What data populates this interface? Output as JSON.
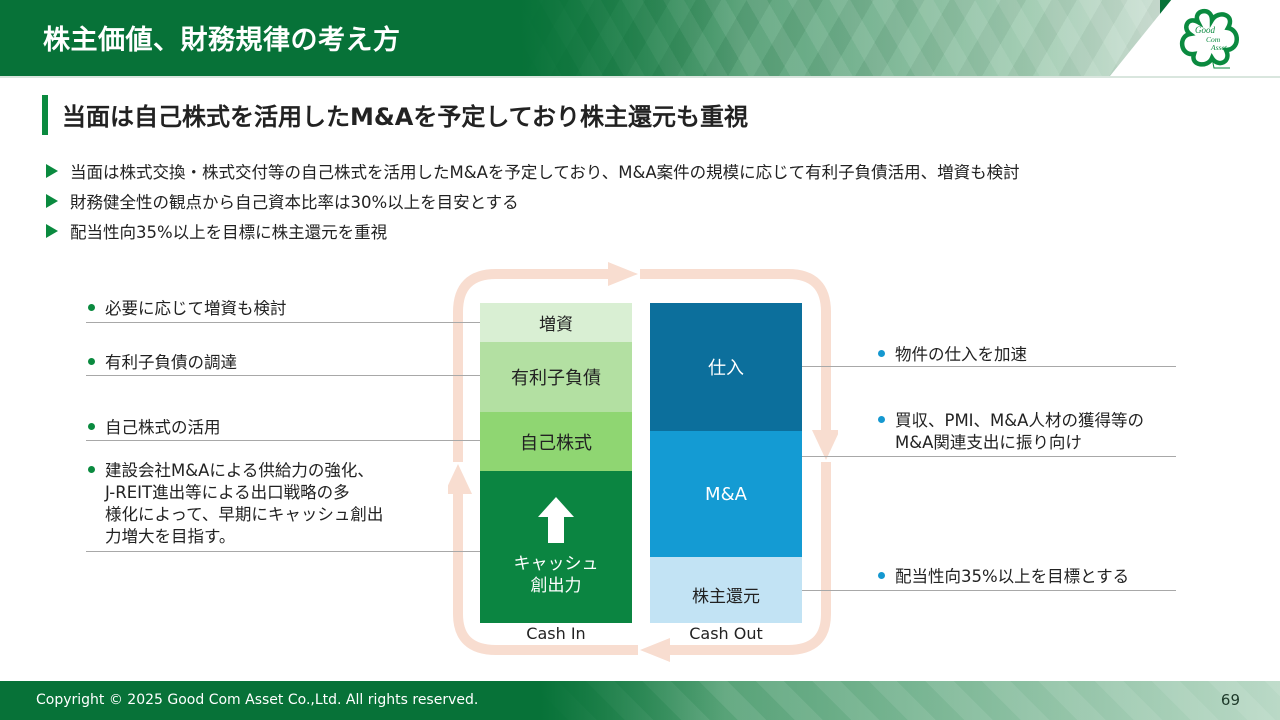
{
  "header": {
    "title": "株主価値、財務規律の考え方",
    "logo": {
      "line1": "Good",
      "line2": "Com",
      "line3": "Asset",
      "icon": "clover-logo-icon"
    }
  },
  "subtitle": "当面は自己株式を活用したM&Aを予定しており株主還元も重視",
  "bullets": [
    "当面は株式交換・株式交付等の自己株式を活用したM&Aを予定しており、M&A案件の規模に応じて有利子負債活用、増資も検討",
    "財務健全性の観点から自己資本比率は30%以上を目安とする",
    "配当性向35%以上を目標に株主還元を重視"
  ],
  "diagram": {
    "cash_in": {
      "label": "Cash In",
      "blocks": [
        {
          "label": "増資",
          "color": "#d9efd3"
        },
        {
          "label": "有利子負債",
          "color": "#b3e0a2"
        },
        {
          "label": "自己株式",
          "color": "#8fd672"
        },
        {
          "label": "キャッシュ\n創出力",
          "line1": "キャッシュ",
          "line2": "創出力",
          "color": "#0b8541",
          "icon": "up-arrow-icon"
        }
      ]
    },
    "cash_out": {
      "label": "Cash Out",
      "blocks": [
        {
          "label": "仕入",
          "color": "#0c6f9c"
        },
        {
          "label": "M&A",
          "color": "#149bd3"
        },
        {
          "label": "株主還元",
          "color": "#c2e3f4"
        }
      ]
    },
    "cycle_color": "#f8ddd0",
    "left_notes": [
      "必要に応じて増資も検討",
      "有利子負債の調達",
      "自己株式の活用",
      {
        "lines": [
          "建設会社M&Aによる供給力の強化、",
          "J-REIT進出等による出口戦略の多",
          "様化によって、早期にキャッシュ創出",
          "力増大を目指す。"
        ]
      }
    ],
    "right_notes": [
      "物件の仕入を加速",
      {
        "lines": [
          "買収、PMI、M&A人材の獲得等の",
          "M&A関連支出に振り向け"
        ]
      },
      "配当性向35%以上を目標とする"
    ]
  },
  "footer": {
    "copyright": "Copyright © 2025 Good Com Asset Co.,Ltd. All rights reserved.",
    "page_number": "69"
  },
  "colors": {
    "brand_green": "#077238",
    "accent_green": "#0a8a3f",
    "accent_blue": "#1598d0"
  }
}
